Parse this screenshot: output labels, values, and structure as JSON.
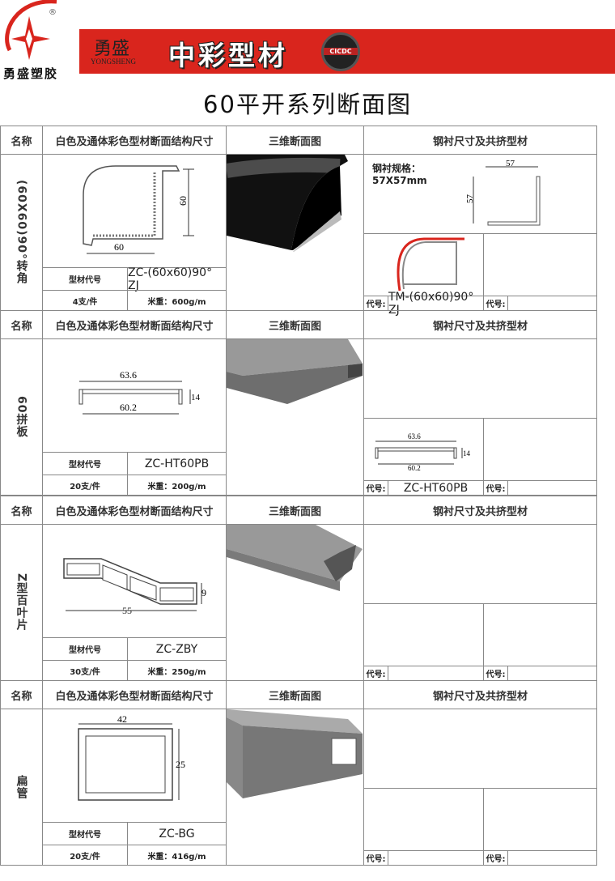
{
  "brand": {
    "logo_text": "勇盛塑胶",
    "registered": "®",
    "banner_brand": "勇盛",
    "banner_brand_en": "YONGSHENG",
    "banner_title": "中彩型材",
    "seal_text": "CICDC",
    "banner_color": "#d9251d"
  },
  "page_title": "60平开系列断面图",
  "headers": {
    "name": "名称",
    "section": "白色及通体彩色型材断面结构尺寸",
    "three_d": "三维断面图",
    "steel": "钢衬尺寸及共挤型材"
  },
  "labels": {
    "profile_code": "型材代号",
    "code": "代号:"
  },
  "sections": [
    {
      "name": "(60X60)90°转角",
      "profile_code": "ZC-(60x60)90° ZJ",
      "pack": "4支/件",
      "weight": "米重：600g/m",
      "dims": [
        "60",
        "60"
      ],
      "steel_spec_label": "钢衬规格：",
      "steel_spec": "57X57mm",
      "steel_dims": [
        "57",
        "57"
      ],
      "coex_code_1": "TM-(60x60)90° ZJ",
      "coex_code_2": ""
    },
    {
      "name": "60拼板",
      "profile_code": "ZC-HT60PB",
      "pack": "20支/件",
      "weight": "米重：200g/m",
      "dims": [
        "63.6",
        "60.2",
        "14"
      ],
      "coex_code_1": "ZC-HT60PB",
      "coex_code_2": "",
      "coex_dims": [
        "63.6",
        "60.2",
        "14"
      ]
    },
    {
      "name": "Z型百叶片",
      "profile_code": "ZC-ZBY",
      "pack": "30支/件",
      "weight": "米重：250g/m",
      "dims": [
        "55",
        "9"
      ],
      "coex_code_1": "",
      "coex_code_2": ""
    },
    {
      "name": "扁管",
      "profile_code": "ZC-BG",
      "pack": "20支/件",
      "weight": "米重：416g/m",
      "dims": [
        "42",
        "25"
      ],
      "coex_code_1": "",
      "coex_code_2": ""
    }
  ]
}
